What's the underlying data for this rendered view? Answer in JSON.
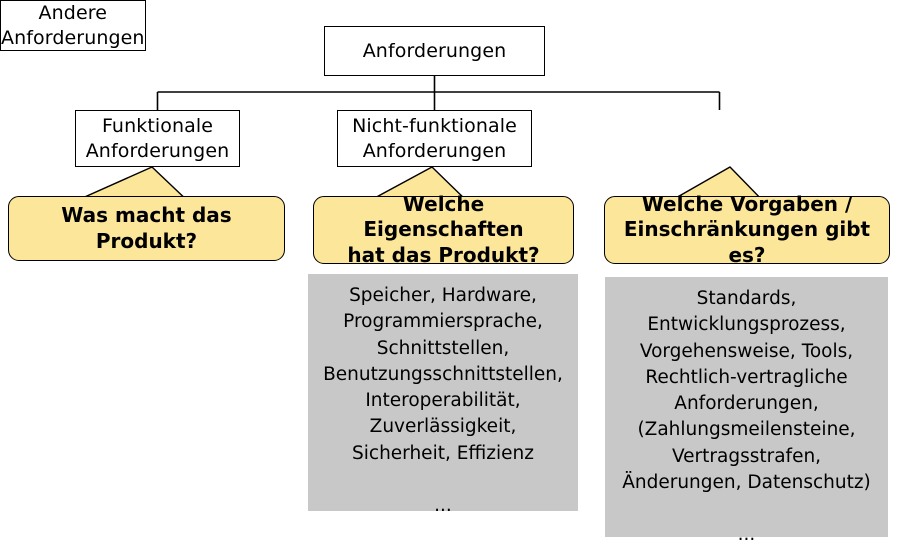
{
  "diagram": {
    "title": "Anforderungen",
    "type": "hierarchy-tree-with-callouts",
    "colors": {
      "node_fill": "#ffffff",
      "node_border": "#000000",
      "callout_fill": "#fce69a",
      "callout_border": "#000000",
      "panel_fill": "#c8c8c8",
      "text": "#000000",
      "background": "#ffffff"
    },
    "root": {
      "label": "Anforderungen"
    },
    "branches": [
      {
        "id": "funktionale",
        "node_label": "Funktionale\nAnforderungen",
        "callout_label": "Was macht das Produkt?",
        "panel_label": null
      },
      {
        "id": "nicht-funktionale",
        "node_label": "Nicht-funktionale\nAnforderungen",
        "callout_label": "Welche Eigenschaften\nhat das Produkt?",
        "panel_label": "Speicher, Hardware,\nProgrammiersprache,\nSchnittstellen,\nBenutzungsschnittstellen,\nInteroperabilität,\nZuverlässigkeit,\nSicherheit, Effizienz\n\n..."
      },
      {
        "id": "andere",
        "node_label": "Andere\nAnforderungen",
        "callout_label": "Welche Vorgaben /\nEinschränkungen gibt es?",
        "panel_label": "Standards,\nEntwicklungsprozess,\nVorgehensweise, Tools,\nRechtlich-vertragliche\nAnforderungen,\n(Zahlungsmeilensteine,\nVertragsstrafen,\nÄnderungen, Datenschutz)\n\n..."
      }
    ]
  }
}
